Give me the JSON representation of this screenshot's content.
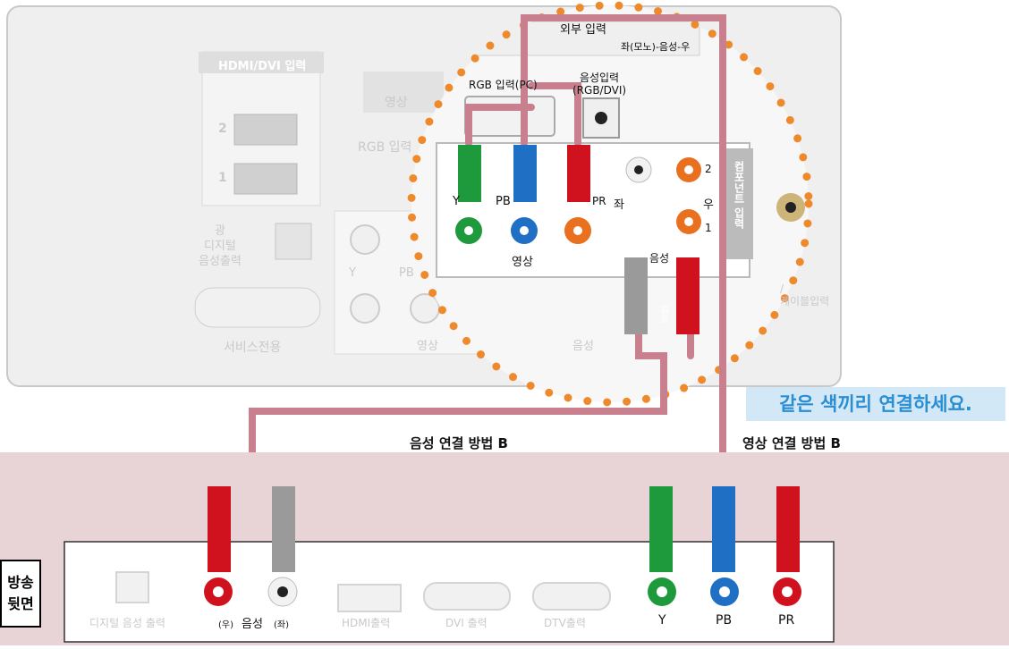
{
  "panel": {
    "hdmi_label": "HDMI/DVI 입력",
    "hdmi_port_2": "2",
    "hdmi_port_1": "1",
    "optical_label": "광\n디지털\n음성출력",
    "service_label": "서비스전용",
    "video_tab": "영상",
    "rgb_input_faint": "RGB 입력",
    "rgb_input_pc": "RGB 입력(PC)",
    "audio_input_rgb": "음성입력\n(RGB/DVI)",
    "y_faint": "Y",
    "pb_faint": "PB",
    "video_faint": "영상",
    "audio_faint": "음성",
    "antenna_label": "/\n케이블입력",
    "external_input": "외부 입력",
    "left_mono_audio_right": "좌(모노)-음성-우"
  },
  "zoom": {
    "y": "Y",
    "pb": "PB",
    "pr": "PR",
    "left": "좌",
    "right": "우",
    "num2": "2",
    "num1": "1",
    "video": "영상",
    "audio": "음성",
    "component_input": "컴포넌트 입력",
    "composite": "컴포"
  },
  "note": "같은 색끼리 연결하세요.",
  "labels": {
    "audio_method": "음성 연결 방법 B",
    "video_method": "영상 연결 방법 B"
  },
  "device": {
    "side_label_1": "방송",
    "side_label_2": "뒷면",
    "digital_audio_out": "디지털 음성 출력",
    "right_paren": "(우)",
    "audio": "음성",
    "left_paren": "(좌)",
    "hdmi_out": "HDMI출력",
    "dvi_out": "DVI 출력",
    "dtv_out": "DTV출력",
    "y": "Y",
    "pb": "PB",
    "pr": "PR"
  },
  "colors": {
    "cable": "#c8808e",
    "green": "#1e9a3c",
    "blue": "#1f6fc4",
    "red": "#d0121f",
    "gray": "#9a9a9a",
    "orange": "#e8701e",
    "dots": "#ef8a2c",
    "device_bg": "#e8d3d6"
  }
}
